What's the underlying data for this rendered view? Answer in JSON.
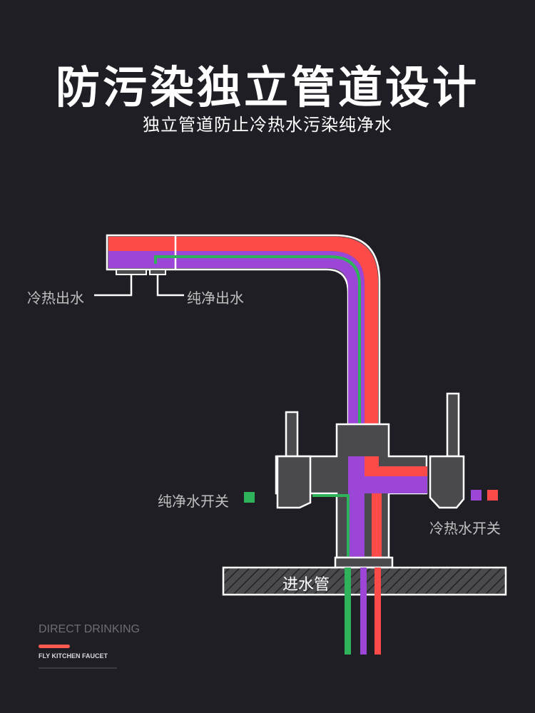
{
  "header": {
    "title": "防污染独立管道设计",
    "subtitle": "独立管道防止冷热水污染纯净水"
  },
  "labels": {
    "hot_cold_outlet": "冷热出水",
    "pure_outlet": "纯净出水",
    "pure_switch": "纯净水开关",
    "hot_cold_switch": "冷热水开关",
    "inlet_pipe": "进水管"
  },
  "brand": {
    "line1": "DIRECT DRINKING",
    "line2": "FLY KITCHEN  FAUCET"
  },
  "colors": {
    "background": "#1f1e25",
    "hot": "#ff4a4a",
    "cold": "#9b46d6",
    "pure": "#2fb35a",
    "faucet_body": "#4a4a4e",
    "outline": "#ffffff"
  }
}
